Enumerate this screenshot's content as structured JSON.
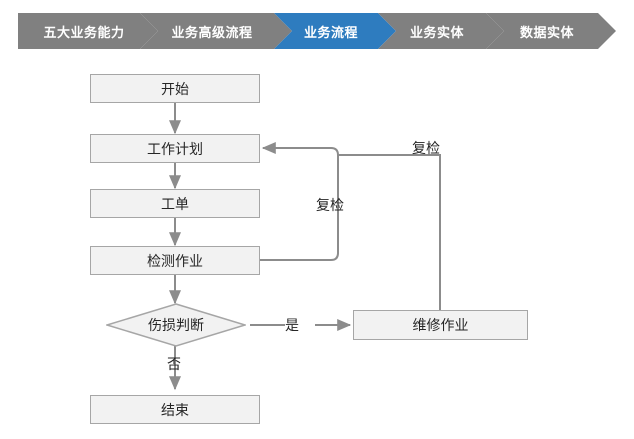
{
  "breadcrumb": {
    "items": [
      {
        "label": "五大业务能力",
        "active": false
      },
      {
        "label": "业务高级流程",
        "active": false
      },
      {
        "label": "业务流程",
        "active": true
      },
      {
        "label": "业务实体",
        "active": false
      },
      {
        "label": "数据实体",
        "active": false
      }
    ],
    "colors": {
      "inactive": "#808080",
      "active": "#2e7cbf",
      "text": "#ffffff"
    }
  },
  "flowchart": {
    "colors": {
      "node_fill": "#f2f2f2",
      "node_border": "#a6a6a6",
      "connector": "#8c8c8c",
      "text": "#262626"
    },
    "nodes": [
      {
        "id": "start",
        "label": "开始",
        "shape": "rect"
      },
      {
        "id": "work_plan",
        "label": "工作计划",
        "shape": "rect"
      },
      {
        "id": "work_order",
        "label": "工单",
        "shape": "rect"
      },
      {
        "id": "inspection",
        "label": "检测作业",
        "shape": "rect"
      },
      {
        "id": "damage",
        "label": "伤损判断",
        "shape": "diamond"
      },
      {
        "id": "repair",
        "label": "维修作业",
        "shape": "rect"
      },
      {
        "id": "end",
        "label": "结束",
        "shape": "rect"
      }
    ],
    "edge_labels": [
      {
        "id": "recheck_inner",
        "label": "复检"
      },
      {
        "id": "recheck_outer",
        "label": "复检"
      },
      {
        "id": "yes",
        "label": "是"
      },
      {
        "id": "no",
        "label": "否"
      }
    ]
  }
}
